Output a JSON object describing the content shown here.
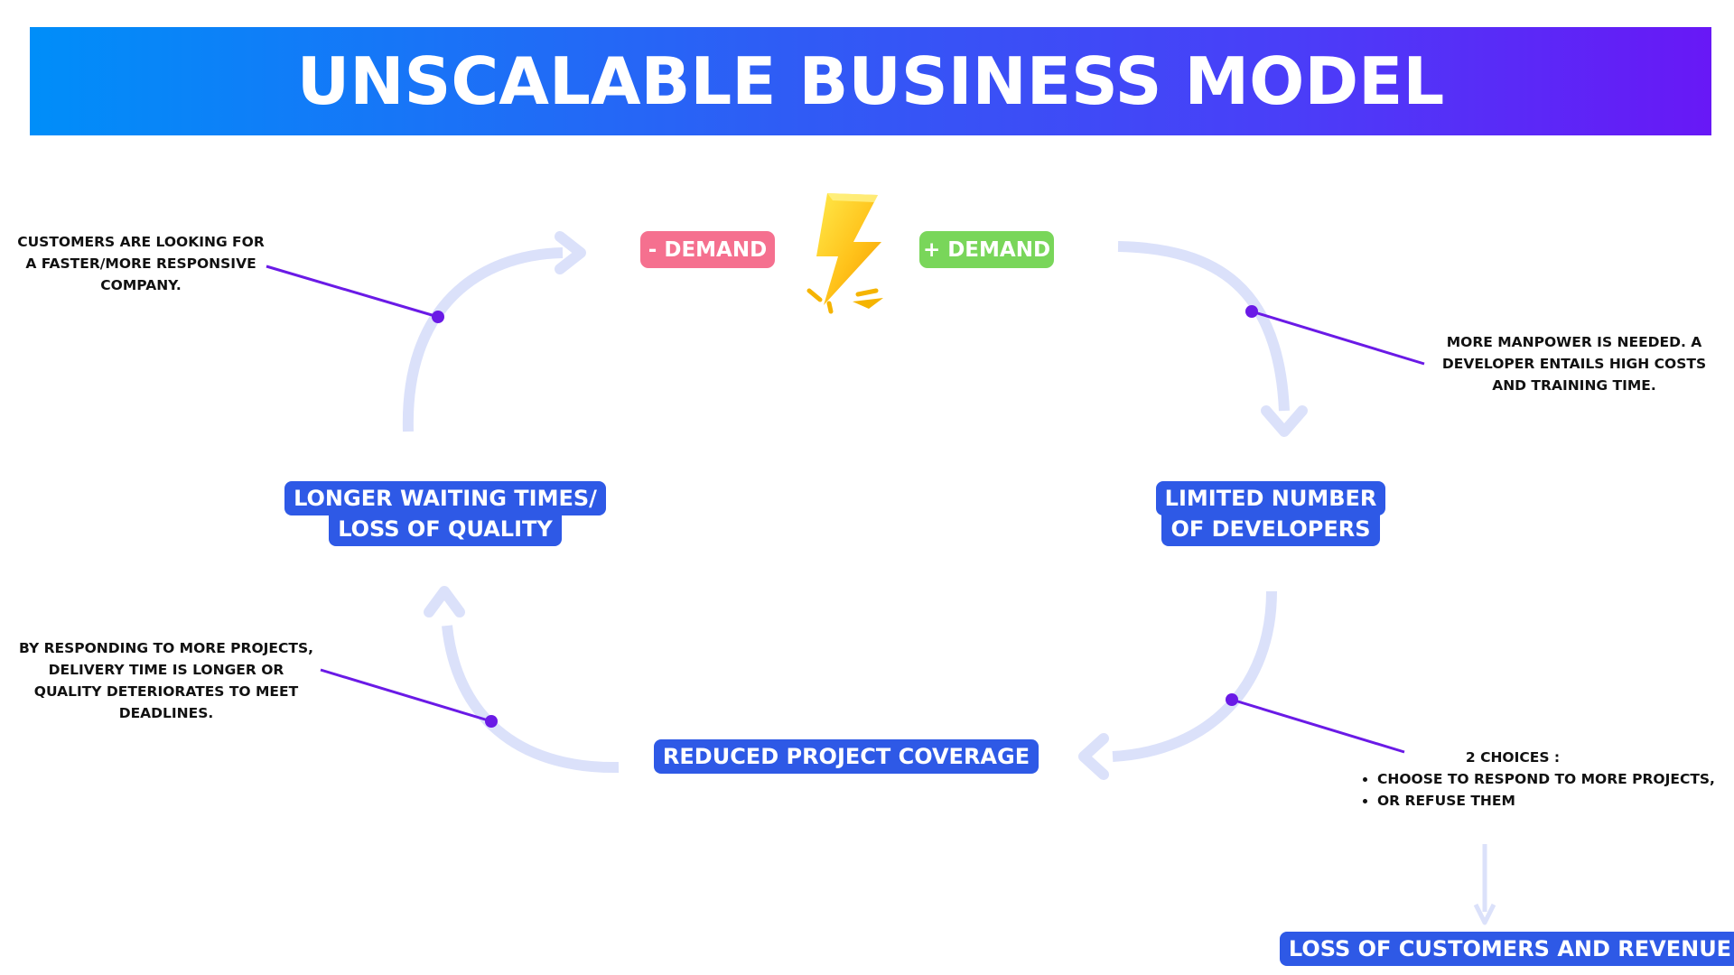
{
  "title": "UNSCALABLE BUSINESS MODEL",
  "icon": "lightning-bolt-icon",
  "colors": {
    "banner_start": "#008ef9",
    "banner_end": "#6818f6",
    "stage_box": "#2e59e6",
    "minus_demand": "#f5708f",
    "plus_demand": "#79d65a",
    "cycle_arrow": "#dbe1fa",
    "annotation_line": "#6a1ae6"
  },
  "demand": {
    "minus": "- DEMAND",
    "plus": "+ DEMAND"
  },
  "stages": {
    "limited_developers": [
      "LIMITED NUMBER",
      "OF DEVELOPERS"
    ],
    "reduced_coverage": [
      "REDUCED PROJECT COVERAGE"
    ],
    "longer_waiting": [
      "LONGER WAITING TIMES/",
      "LOSS OF QUALITY"
    ],
    "loss_customers": [
      "LOSS OF CUSTOMERS AND REVENUE"
    ]
  },
  "notes": {
    "customers": [
      "CUSTOMERS ARE LOOKING FOR",
      "A FASTER/MORE RESPONSIVE",
      "COMPANY."
    ],
    "manpower": [
      "MORE MANPOWER IS NEEDED. A",
      "DEVELOPER ENTAILS HIGH COSTS",
      "AND TRAINING TIME."
    ],
    "responding": [
      "BY RESPONDING TO MORE PROJECTS,",
      "DELIVERY TIME IS LONGER OR",
      "QUALITY DETERIORATES TO MEET",
      "DEADLINES."
    ],
    "choices": {
      "title": "2 CHOICES :",
      "items": [
        "CHOOSE TO RESPOND TO MORE PROJECTS,",
        "OR REFUSE THEM"
      ]
    }
  }
}
